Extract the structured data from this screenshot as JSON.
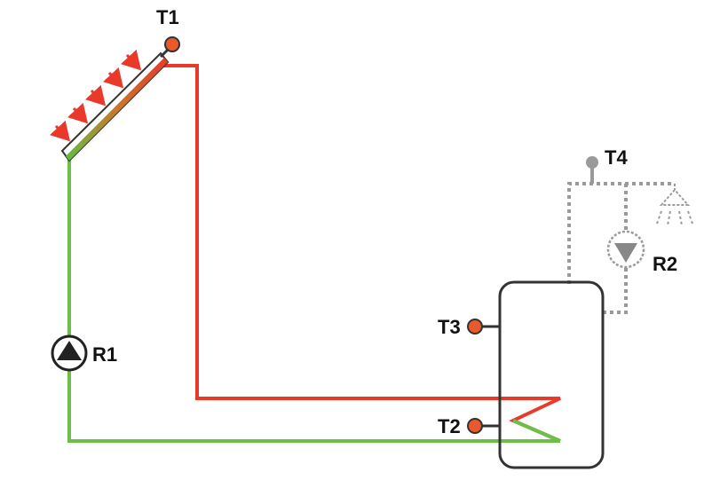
{
  "labels": {
    "t1": "T1",
    "t2": "T2",
    "t3": "T3",
    "t4": "T4",
    "r1": "R1",
    "r2": "R2"
  },
  "colors": {
    "flow_hot": "#e8392b",
    "return_cold": "#6cc04a",
    "sensor": "#e8592b",
    "sensor_outline": "#333333",
    "secondary_circuit": "#9a9a9a",
    "tank_outline": "#333333",
    "pump": "#222222",
    "sun_rays": "#e8392b"
  },
  "icons": {
    "collector": "solar-collector-icon",
    "sun_rays": "arrow-icon",
    "sensor": "temperature-sensor-icon",
    "pump": "pump-icon",
    "shower": "shower-icon",
    "tank": "storage-tank-icon"
  }
}
